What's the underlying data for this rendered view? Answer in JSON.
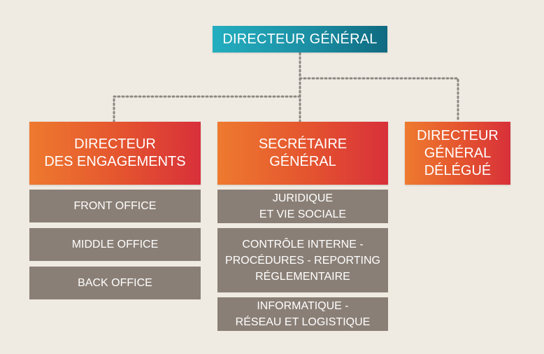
{
  "org": {
    "top": "DIRECTEUR GÉNÉRAL",
    "columns": [
      {
        "title": "DIRECTEUR\nDES ENGAGEMENTS",
        "items": [
          "FRONT OFFICE",
          "MIDDLE OFFICE",
          "BACK OFFICE"
        ]
      },
      {
        "title": "SECRÉTAIRE\nGÉNÉRAL",
        "items": [
          "JURIDIQUE\nET VIE SOCIALE",
          "CONTRÔLE INTERNE -\nPROCÉDURES - REPORTING\nRÉGLEMENTAIRE",
          "INFORMATIQUE -\nRÉSEAU ET LOGISTIQUE"
        ]
      },
      {
        "title": "DIRECTEUR\nGÉNÉRAL\nDÉLÉGUÉ",
        "items": []
      }
    ]
  },
  "colors": {
    "top_box": "#1c8fa4",
    "lead_box_start": "#ee7a2f",
    "lead_box_end": "#d8303a",
    "sub_box": "#8a7f76",
    "connector": "#8c8781",
    "background": "#efebe3"
  }
}
